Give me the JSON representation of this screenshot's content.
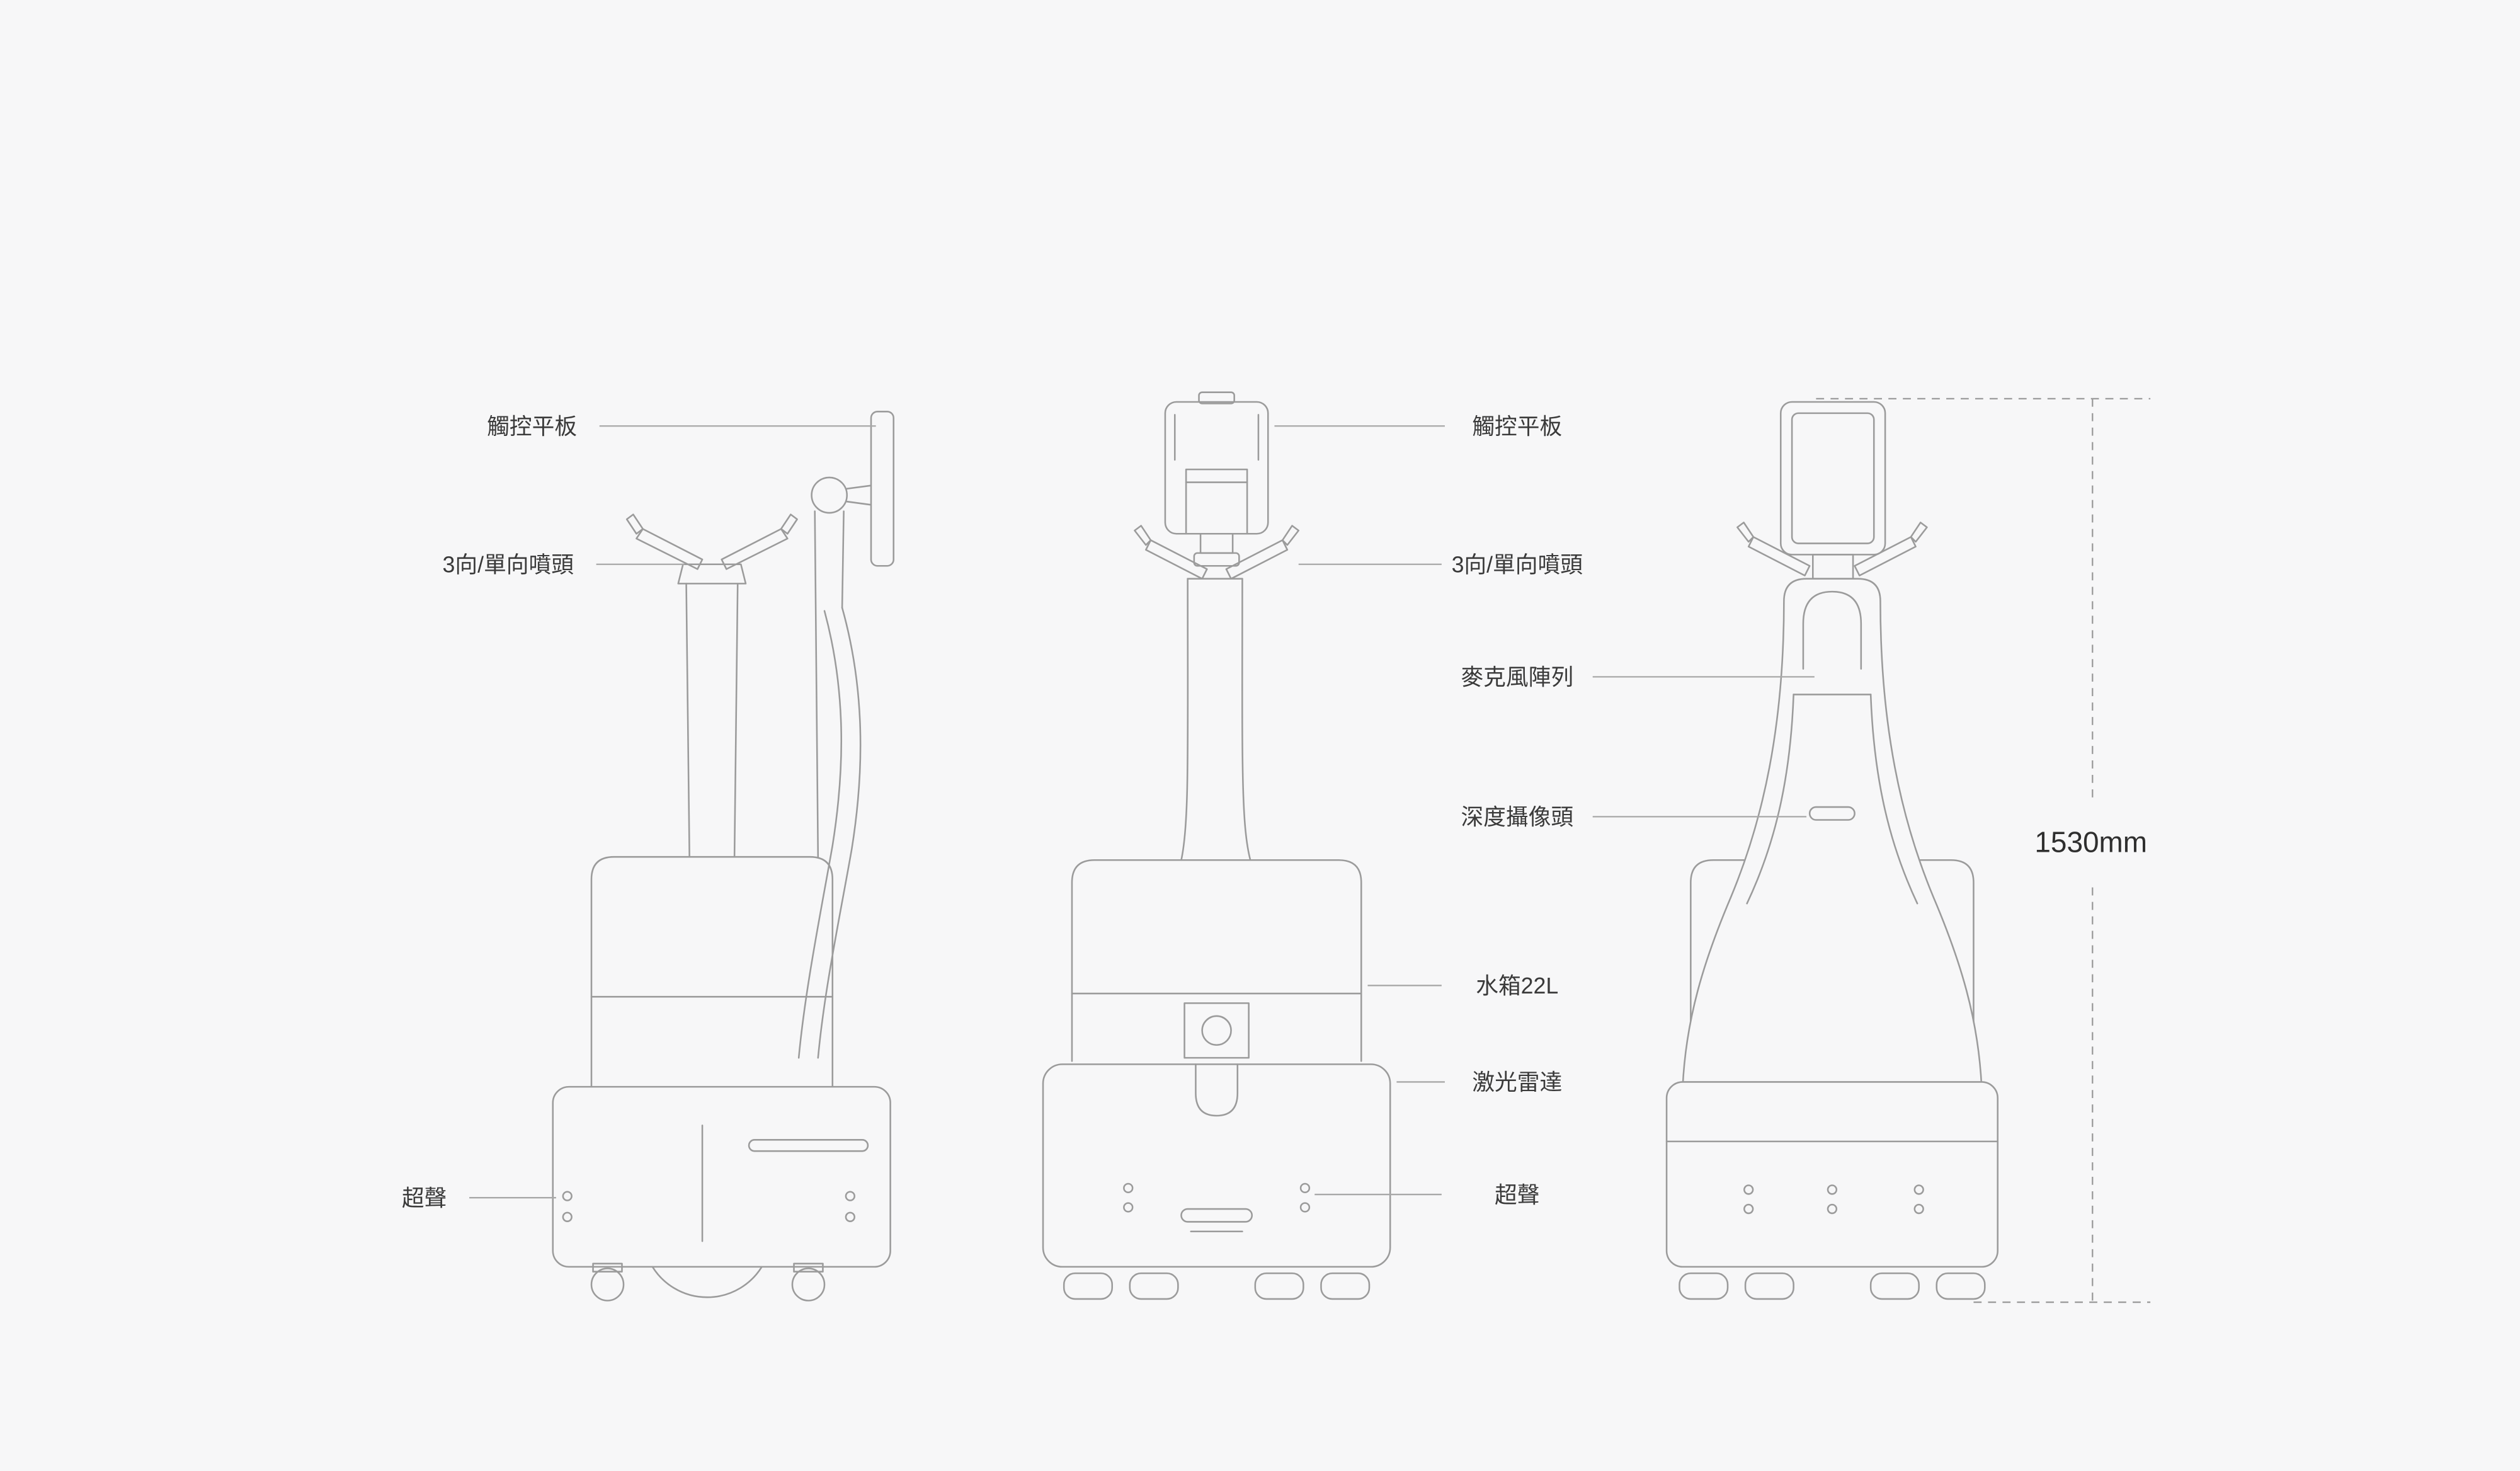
{
  "colors": {
    "background": "#f7f7f8",
    "line": "#9b9b9b",
    "label_text": "#3a3a3a"
  },
  "labels": {
    "side_view": {
      "touch_panel": "觸控平板",
      "spray_nozzle": "3向/單向噴頭",
      "ultrasonic": "超聲"
    },
    "center_column": {
      "touch_panel": "觸控平板",
      "spray_nozzle": "3向/單向噴頭",
      "microphone_array": "麥克風陣列",
      "depth_camera": "深度攝像頭",
      "water_tank": "水箱22L",
      "lidar": "激光雷達",
      "ultrasonic": "超聲"
    }
  },
  "dimension": {
    "height_label": "1530mm"
  }
}
